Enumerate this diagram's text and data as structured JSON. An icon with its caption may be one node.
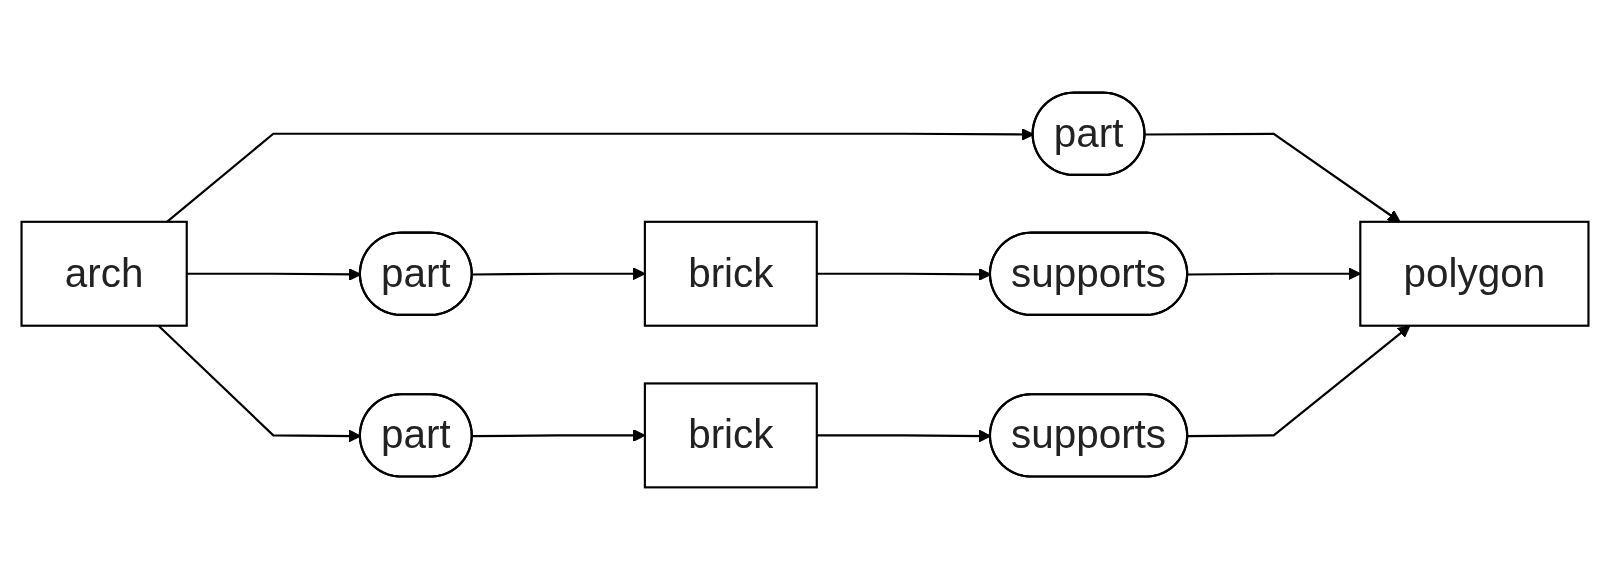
{
  "diagram": {
    "nodes": [
      {
        "text": [
          "arch"
        ]
      },
      {
        "text": [
          "part"
        ]
      },
      {
        "text": [
          "brick"
        ]
      },
      {
        "text": [
          "supports"
        ]
      },
      {
        "text": [
          "part"
        ]
      },
      {
        "text": [
          "brick"
        ]
      },
      {
        "text": [
          "supports"
        ]
      },
      {
        "text": [
          "part"
        ]
      },
      {
        "text": [
          "polygon"
        ]
      }
    ],
    "edges": [
      {
        "from": 0,
        "to": 1,
        "arrow": "to"
      },
      {
        "from": 0,
        "to": 4,
        "arrow": "to"
      },
      {
        "from": 0,
        "to": 7,
        "arrow": "to"
      },
      {
        "from": 1,
        "to": 2,
        "arrow": "to"
      },
      {
        "from": 2,
        "to": 3,
        "arrow": "to"
      },
      {
        "from": 4,
        "to": 5,
        "arrow": "to"
      },
      {
        "from": 5,
        "to": 6,
        "arrow": "to"
      },
      {
        "from": 7,
        "to": 8,
        "arrow": "to"
      },
      {
        "from": 6,
        "to": 8,
        "arrow": "to"
      },
      {
        "from": 3,
        "to": 8,
        "arrow": "to"
      }
    ]
  }
}
